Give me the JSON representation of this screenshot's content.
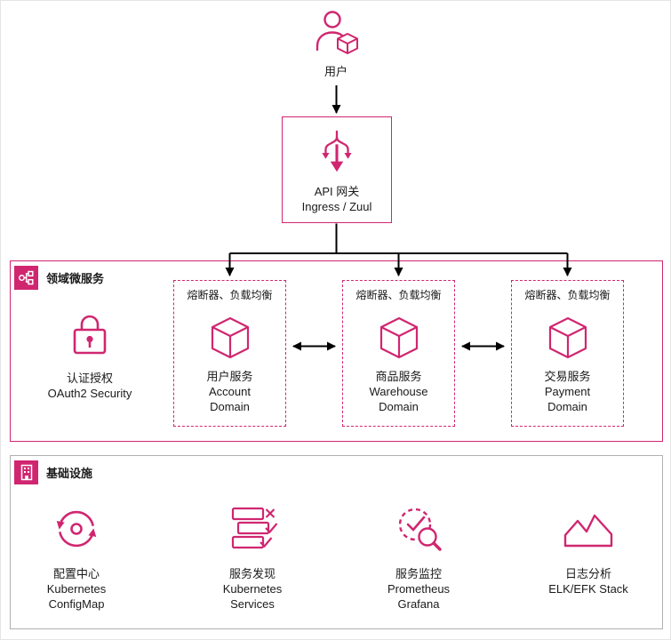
{
  "colors": {
    "accent": "#d02670",
    "arrow": "#000000",
    "section_border": "#b0b0b0"
  },
  "user": {
    "label": "用户",
    "icon": "user-with-cube-icon"
  },
  "gateway": {
    "title": "API 网关",
    "subtitle": "Ingress / Zuul",
    "icon": "ingress-fork-arrow-icon"
  },
  "domain_section": {
    "title": "领域微服务",
    "icon": "microservices-sitemap-icon",
    "auth": {
      "title": "认证授权",
      "subtitle": "OAuth2 Security",
      "icon": "lock-icon"
    },
    "services": [
      {
        "header": "熔断器、负载均衡",
        "name": "用户服务",
        "domain_en": "Account",
        "domain_suffix": "Domain",
        "icon": "cube-icon"
      },
      {
        "header": "熔断器、负载均衡",
        "name": "商品服务",
        "domain_en": "Warehouse",
        "domain_suffix": "Domain",
        "icon": "cube-icon"
      },
      {
        "header": "熔断器、负载均衡",
        "name": "交易服务",
        "domain_en": "Payment",
        "domain_suffix": "Domain",
        "icon": "cube-icon"
      }
    ]
  },
  "infrastructure_section": {
    "title": "基础设施",
    "icon": "building-icon",
    "items": [
      {
        "name": "配置中心",
        "line2": "Kubernetes",
        "line3": "ConfigMap",
        "icon": "config-cycle-icon"
      },
      {
        "name": "服务发现",
        "line2": "Kubernetes",
        "line3": "Services",
        "icon": "service-list-icon"
      },
      {
        "name": "服务监控",
        "line2": "Prometheus",
        "line3": "Grafana",
        "icon": "monitor-magnifier-icon"
      },
      {
        "name": "日志分析",
        "line2": "ELK/EFK Stack",
        "icon": "log-mountain-icon"
      }
    ]
  }
}
